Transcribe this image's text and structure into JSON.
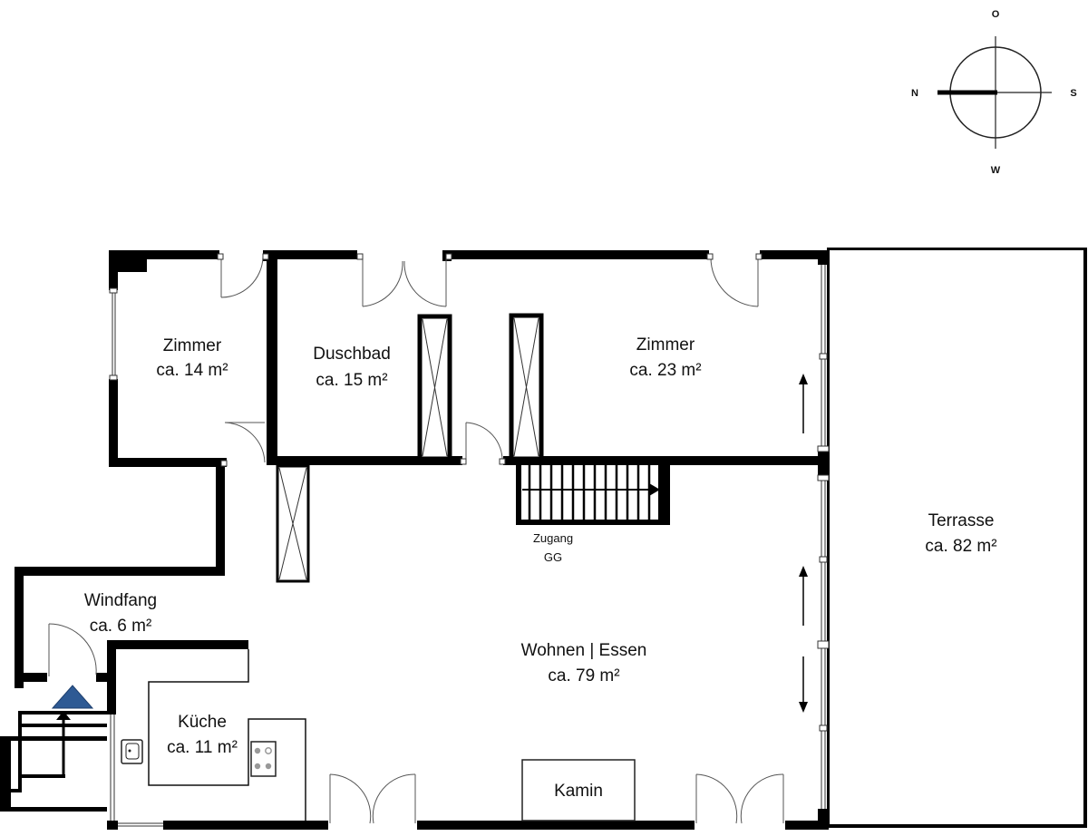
{
  "compass": {
    "north": "N",
    "east": "O",
    "south": "S",
    "west": "W"
  },
  "rooms": {
    "zimmer_small": {
      "name": "Zimmer",
      "area": "ca. 14 m²"
    },
    "duschbad": {
      "name": "Duschbad",
      "area": "ca. 15 m²"
    },
    "zimmer_large": {
      "name": "Zimmer",
      "area": "ca. 23 m²"
    },
    "terrasse": {
      "name": "Terrasse",
      "area": "ca. 82 m²"
    },
    "windfang": {
      "name": "Windfang",
      "area": "ca. 6 m²"
    },
    "wohnen": {
      "name": "Wohnen | Essen",
      "area": "ca. 79 m²"
    },
    "kueche": {
      "name": "Küche",
      "area": "ca. 11 m²"
    }
  },
  "stairs": {
    "line1": "Zugang",
    "line2": "GG"
  },
  "kamin": "Kamin",
  "colors": {
    "entrance_marker": "#2e5a94",
    "walls": "#000000"
  }
}
